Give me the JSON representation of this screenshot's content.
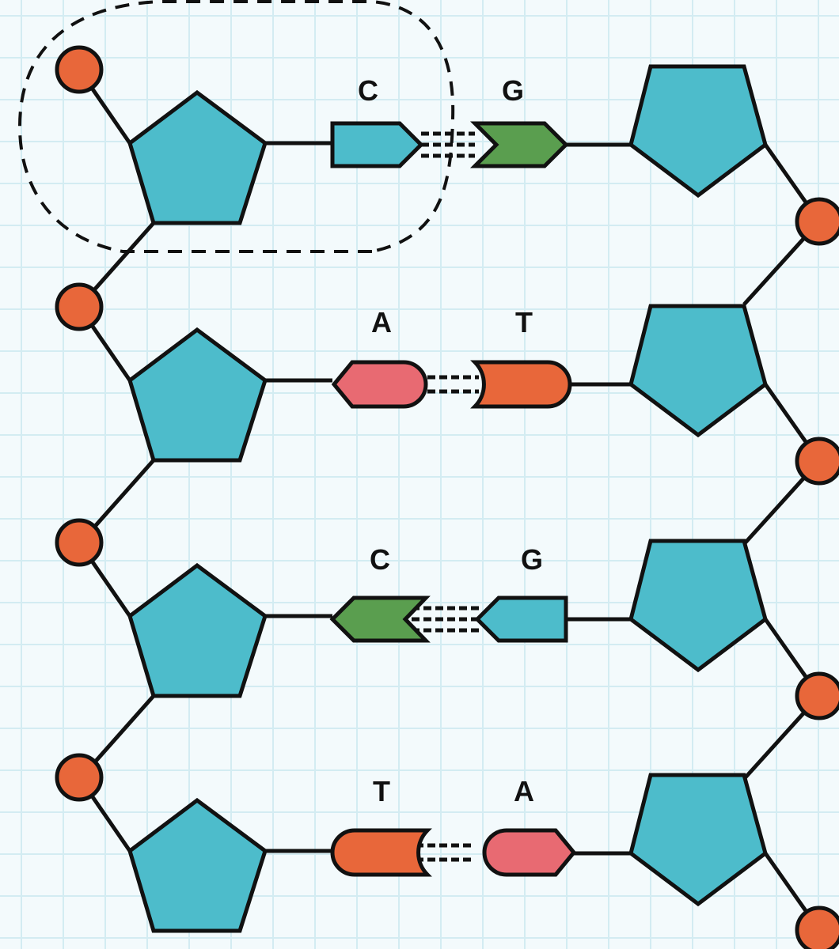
{
  "colors": {
    "background": "#f3fafc",
    "grid": "#d3ecf2",
    "sugar": "#4dbccb",
    "phosphate": "#e8673a",
    "cytosine_guanine_cyan": "#4dbccb",
    "guanine_green": "#5a9e4f",
    "adenine_pink": "#e86a72",
    "thymine_orange": "#e8673a",
    "outline": "#111111"
  },
  "base_pairs": [
    {
      "left": "C",
      "right": "G"
    },
    {
      "left": "A",
      "right": "T"
    },
    {
      "left": "C",
      "right": "G"
    },
    {
      "left": "T",
      "right": "A"
    }
  ]
}
